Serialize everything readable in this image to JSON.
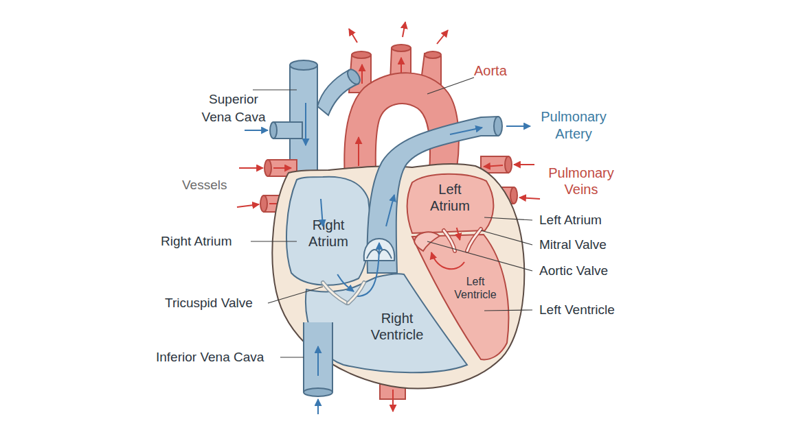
{
  "diagram": {
    "nodes": [
      {
        "text": [
          "Left Atrium"
        ]
      },
      {
        "text": [
          "Right Atrium"
        ]
      },
      {
        "text": [
          "Left Ventricle"
        ]
      },
      {
        "text": [
          "Right Ventricle"
        ]
      }
    ],
    "edges": [
      {
        "from": 1,
        "to": 3,
        "arrow": "to"
      },
      {
        "from": 0,
        "to": 2,
        "arrow": "to"
      }
    ],
    "labels": [
      "Aorta",
      "Superior Vena Cava",
      "Pulmonary Artery",
      "Pulmonary Veins",
      "Vessels",
      "Left Atrium",
      "Right Atrium",
      "Mitral Valve",
      "Aortic Valve",
      "Tricuspid Valve",
      "Left Ventricle",
      "Inferior Vena Cava"
    ]
  }
}
